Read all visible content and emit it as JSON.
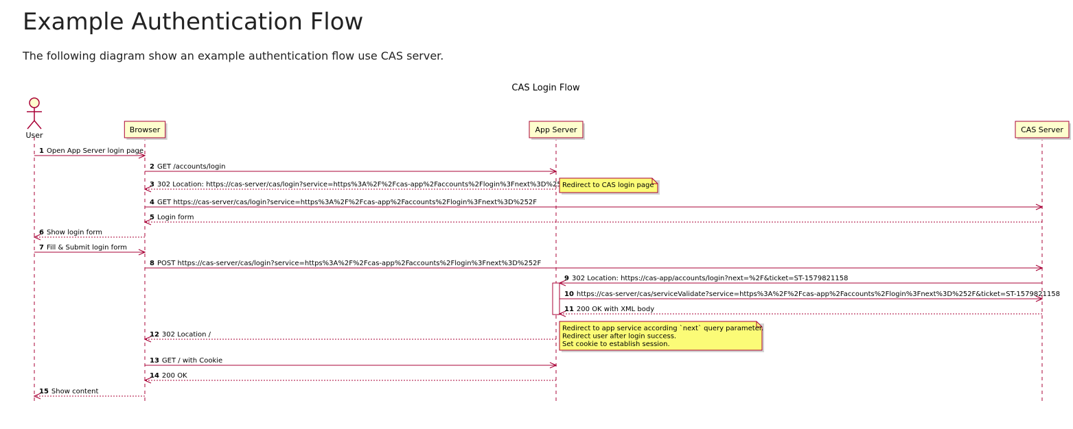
{
  "page": {
    "title": "Example Authentication Flow",
    "intro": "The following diagram show an example authentication flow use CAS server."
  },
  "diagram": {
    "title": "CAS Login Flow",
    "colors": {
      "line": "#A80036",
      "box_fill": "#FEFECE",
      "note_fill": "#FBFB77"
    },
    "participants": [
      {
        "id": "user",
        "label": "User",
        "kind": "actor"
      },
      {
        "id": "browser",
        "label": "Browser",
        "kind": "box"
      },
      {
        "id": "app",
        "label": "App Server",
        "kind": "box"
      },
      {
        "id": "cas",
        "label": "CAS Server",
        "kind": "box"
      }
    ],
    "messages": [
      {
        "num": "1",
        "text": "Open App Server login page",
        "from": "user",
        "to": "browser",
        "style": "solid"
      },
      {
        "num": "2",
        "text": "GET /accounts/login",
        "from": "browser",
        "to": "app",
        "style": "solid"
      },
      {
        "num": "3",
        "text": "302 Location: https://cas-server/cas/login?service=https%3A%2F%2Fcas-app%2Faccounts%2Flogin%3Fnext%3D%252F",
        "from": "app",
        "to": "browser",
        "style": "dashed"
      },
      {
        "num": "4",
        "text": "GET https://cas-server/cas/login?service=https%3A%2F%2Fcas-app%2Faccounts%2Flogin%3Fnext%3D%252F",
        "from": "browser",
        "to": "cas",
        "style": "solid"
      },
      {
        "num": "5",
        "text": "Login form",
        "from": "cas",
        "to": "browser",
        "style": "dashed"
      },
      {
        "num": "6",
        "text": "Show login form",
        "from": "browser",
        "to": "user",
        "style": "dashed"
      },
      {
        "num": "7",
        "text": "Fill & Submit login form",
        "from": "user",
        "to": "browser",
        "style": "solid"
      },
      {
        "num": "8",
        "text": "POST https://cas-server/cas/login?service=https%3A%2F%2Fcas-app%2Faccounts%2Flogin%3Fnext%3D%252F",
        "from": "browser",
        "to": "cas",
        "style": "solid"
      },
      {
        "num": "9",
        "text": "302 Location: https://cas-app/accounts/login?next=%2F&ticket=ST-1579821158",
        "from": "cas",
        "to": "app",
        "style": "solid"
      },
      {
        "num": "10",
        "text": "https://cas-server/cas/serviceValidate?service=https%3A%2F%2Fcas-app%2Faccounts%2Flogin%3Fnext%3D%252F&ticket=ST-1579821158",
        "from": "app",
        "to": "cas",
        "style": "solid"
      },
      {
        "num": "11",
        "text": "200 OK with XML body",
        "from": "cas",
        "to": "app",
        "style": "dashed"
      },
      {
        "num": "12",
        "text": "302 Location /",
        "from": "app",
        "to": "browser",
        "style": "dashed"
      },
      {
        "num": "13",
        "text": "GET / with Cookie",
        "from": "browser",
        "to": "app",
        "style": "solid"
      },
      {
        "num": "14",
        "text": "200 OK",
        "from": "app",
        "to": "browser",
        "style": "dashed"
      },
      {
        "num": "15",
        "text": "Show content",
        "from": "browser",
        "to": "user",
        "style": "dashed"
      }
    ],
    "notes": [
      {
        "id": "note-redirect-cas",
        "lines": [
          "Redirect to CAS login page"
        ]
      },
      {
        "id": "note-redirect-app",
        "lines": [
          "Redirect to app service according `next` query parameter.",
          "Redirect user after login success.",
          "Set cookie to establish session."
        ]
      }
    ]
  }
}
